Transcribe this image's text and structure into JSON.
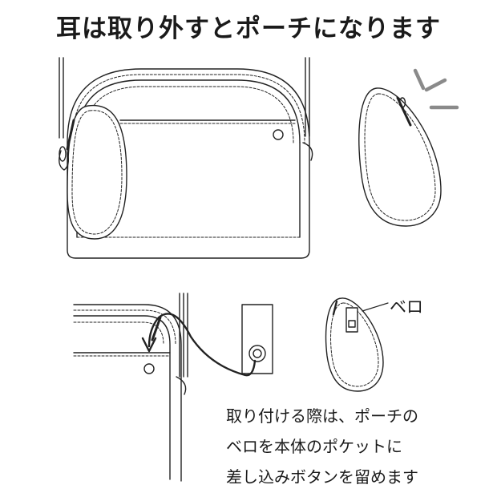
{
  "title": "耳は取り外すとポーチになります",
  "belo_label": "ベロ",
  "instructions": [
    "取り付ける際は、ポーチの",
    "ベロを本体のポケットに",
    "差し込みボタンを留めます"
  ],
  "colors": {
    "line": "#222222",
    "accent_lines": "#8a8a8a",
    "background": "#ffffff"
  }
}
